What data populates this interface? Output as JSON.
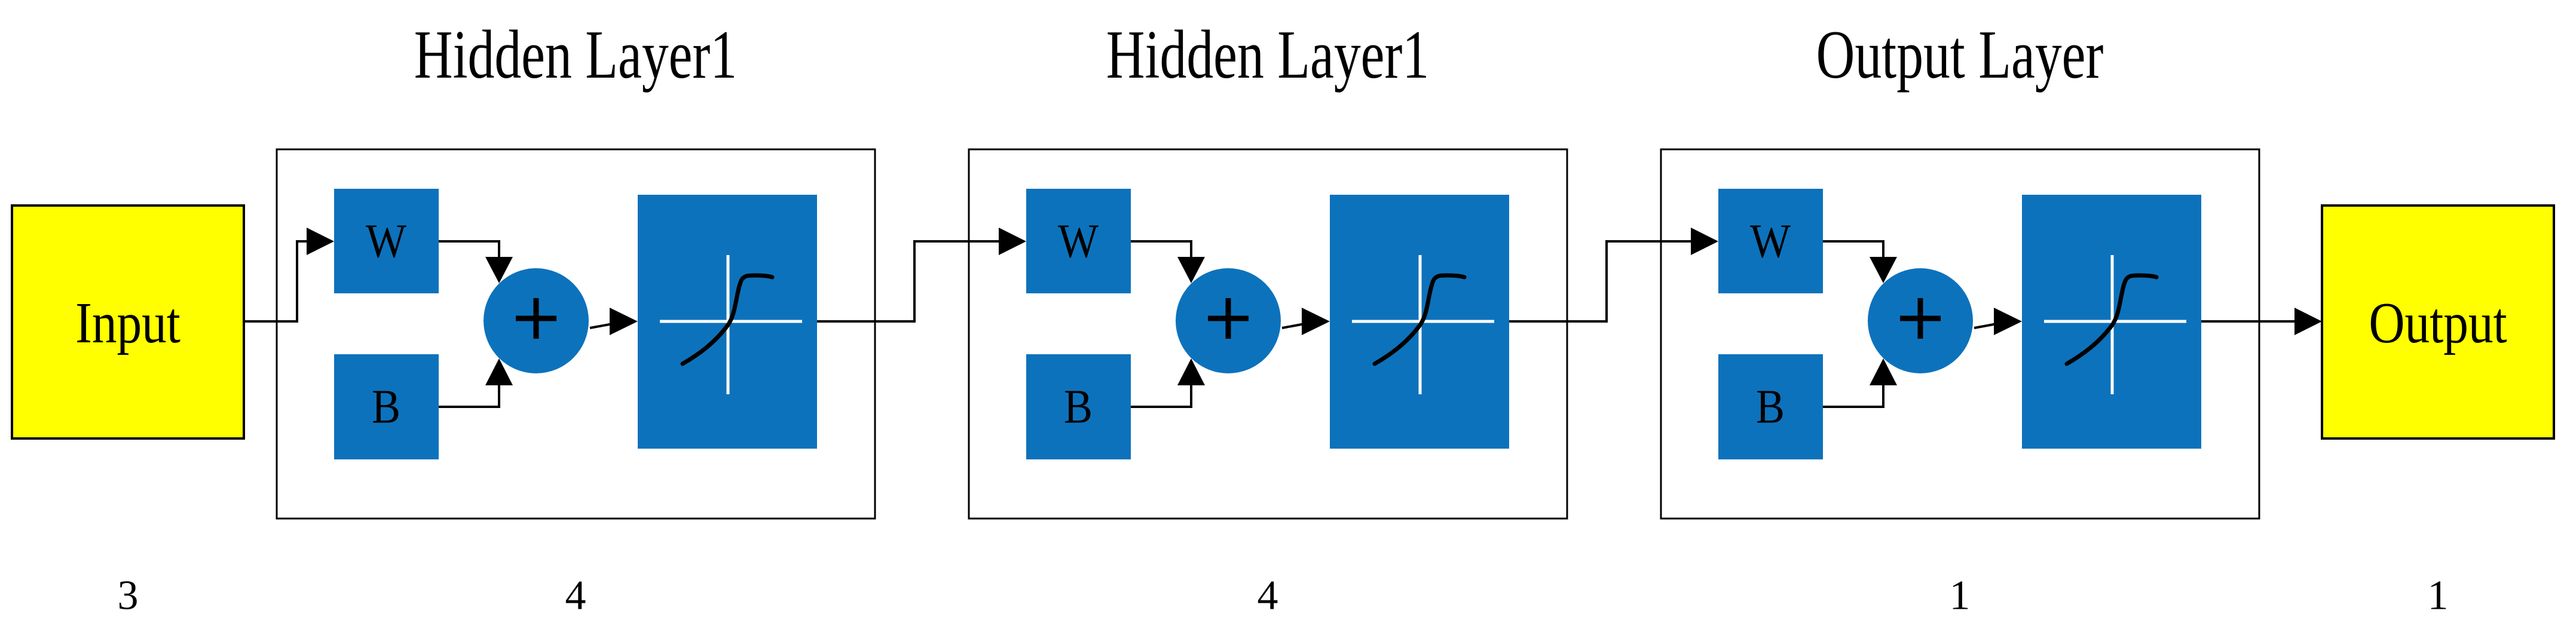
{
  "diagram": {
    "type": "neural-network-architecture",
    "input": {
      "label": "Input",
      "size": "3"
    },
    "output": {
      "label": "Output",
      "size": "1"
    },
    "layers": [
      {
        "title": "Hidden Layer1",
        "weight": "W",
        "bias": "B",
        "sum_symbol": "+",
        "transfer_icon": "tansig-s-curve",
        "size": "4"
      },
      {
        "title": "Hidden Layer1",
        "weight": "W",
        "bias": "B",
        "sum_symbol": "+",
        "transfer_icon": "tansig-s-curve",
        "size": "4"
      },
      {
        "title": "Output Layer",
        "weight": "W",
        "bias": "B",
        "sum_symbol": "+",
        "transfer_icon": "tansig-s-curve",
        "size": "1"
      }
    ],
    "colors": {
      "block_blue": "#0d72bc",
      "io_yellow": "#ffff00",
      "line_black": "#000000",
      "crosshair_white": "#ffffff",
      "background": "#ffffff"
    }
  }
}
